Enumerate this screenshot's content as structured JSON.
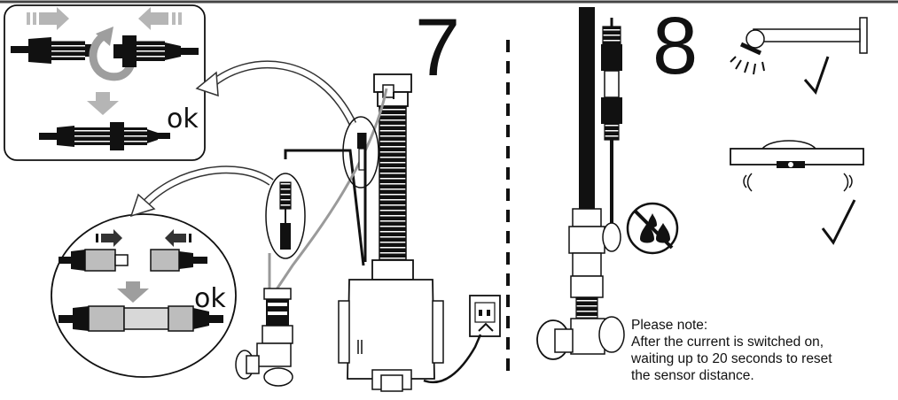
{
  "steps": {
    "step7": "7",
    "step8": "8"
  },
  "connector_inset_top": {
    "ok_label": "ok"
  },
  "connector_inset_bottom": {
    "ok_label": "ok"
  },
  "note": {
    "title": "Please note:",
    "line1": "After the current is switched on,",
    "line2": "waiting up to 20 seconds to reset",
    "line3": "the sensor distance."
  },
  "colors": {
    "ink": "#111111",
    "arrow_gray": "#b5b5b5",
    "cable_gray": "#9a9a9a",
    "body_fill": "#ffffff"
  }
}
